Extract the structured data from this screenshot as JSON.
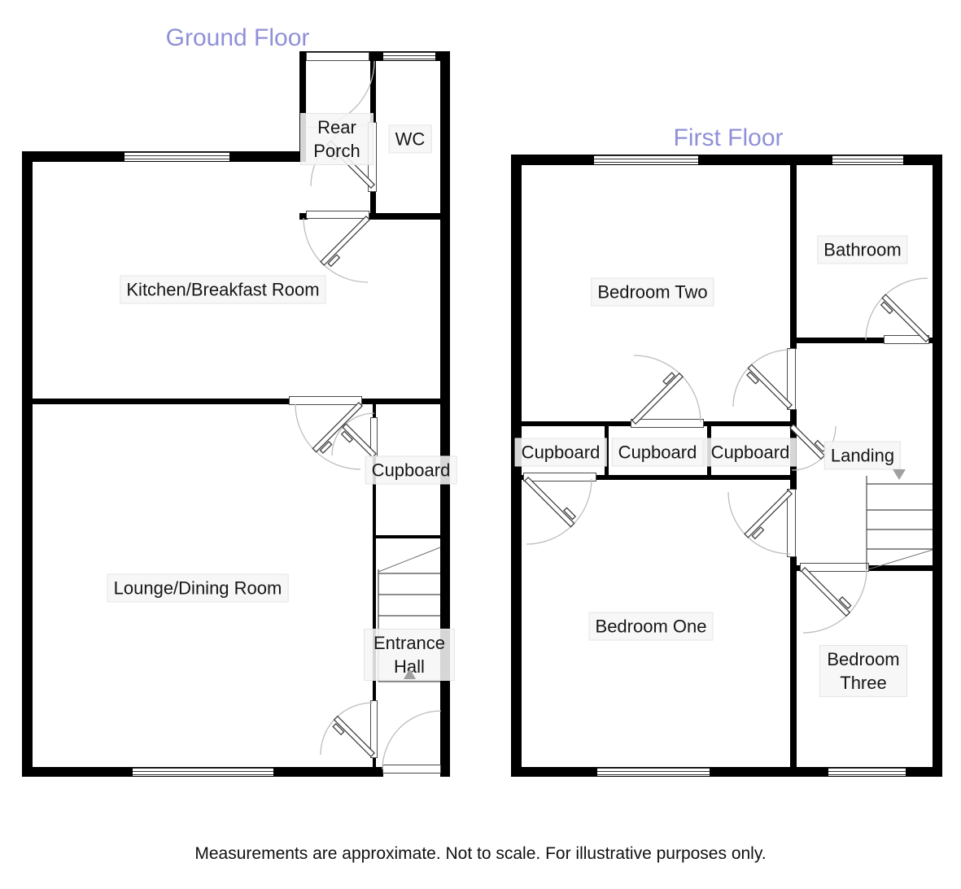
{
  "page": {
    "disclaimer": "Measurements are approximate. Not to scale. For illustrative purposes only."
  },
  "colors": {
    "title": "#9090d8",
    "wall": "#000000",
    "label_bg": "#f6f6f6",
    "label_border": "#e4e4e4",
    "label_text": "#161616",
    "arc": "#bdbdbd",
    "stair_line": "#4a4a4a",
    "arrow": "#a0a0a0"
  },
  "ground_floor": {
    "title": "Ground Floor",
    "rooms": {
      "rear_porch": "Rear Porch",
      "wc": "WC",
      "kitchen": "Kitchen/Breakfast Room",
      "cupboard": "Cupboard",
      "lounge": "Lounge/Dining Room",
      "entrance_hall": "Entrance Hall"
    }
  },
  "first_floor": {
    "title": "First Floor",
    "rooms": {
      "bedroom_two": "Bedroom Two",
      "bathroom": "Bathroom",
      "cupboard_left": "Cupboard",
      "cupboard_middle": "Cupboard",
      "cupboard_right": "Cupboard",
      "landing": "Landing",
      "bedroom_one": "Bedroom One",
      "bedroom_three": "Bedroom Three"
    }
  }
}
